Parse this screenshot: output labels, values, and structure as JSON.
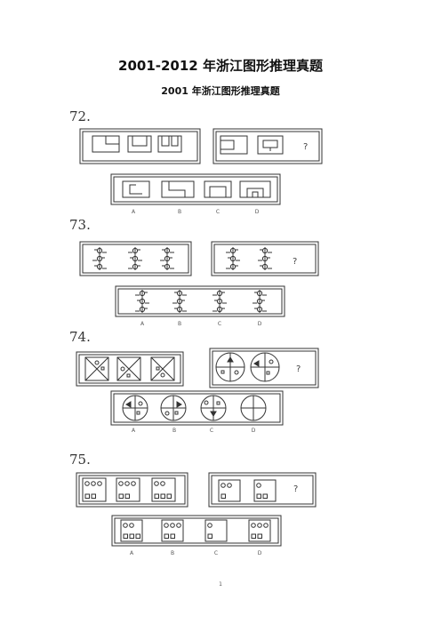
{
  "document": {
    "title": "2001-2012 年浙江图形推理真题",
    "subtitle": "2001 年浙江图形推理真题",
    "page_number": "1"
  },
  "questions": [
    {
      "number": "72.",
      "question_mark": "?",
      "options": [
        "A",
        "B",
        "C",
        "D"
      ]
    },
    {
      "number": "73.",
      "question_mark": "?",
      "options": [
        "A",
        "B",
        "C",
        "D"
      ]
    },
    {
      "number": "74.",
      "question_mark": "?",
      "options": [
        "A",
        "B",
        "C",
        "D"
      ]
    },
    {
      "number": "75.",
      "question_mark": "?",
      "options": [
        "A",
        "B",
        "C",
        "D"
      ]
    }
  ],
  "colors": {
    "ink": "#333333",
    "paper": "#ffffff"
  }
}
